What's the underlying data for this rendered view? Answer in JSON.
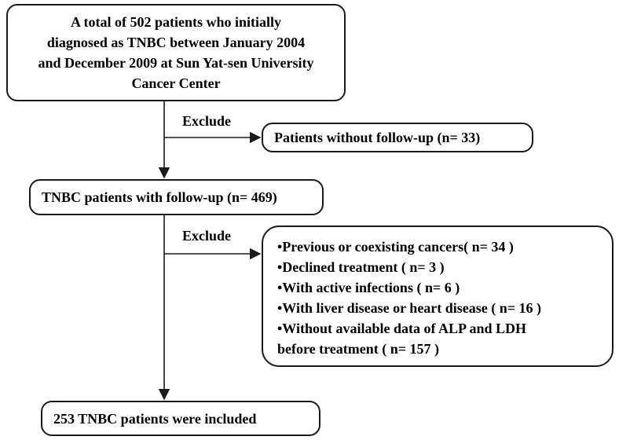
{
  "diagram": {
    "total_box": {
      "lines": [
        "A total of  502 patients who initially",
        "diagnosed as TNBC between January 2004",
        "and December 2009 at Sun Yat-sen University",
        "Cancer Center"
      ]
    },
    "exclude_label_1": "Exclude",
    "no_followup_box": "Patients without follow-up (n= 33)",
    "with_followup_box": "TNBC patients with follow-up (n= 469)",
    "exclude_label_2": "Exclude",
    "excluded_list": [
      "•Previous or coexisting cancers( n=  34  )",
      "•Declined treatment ( n=  3  )",
      "•With active infections ( n=  6 )",
      "•With liver disease or heart disease ( n=  16  )",
      "•Without available data of ALP and LDH",
      "before treatment ( n= 157 )"
    ],
    "included_box": "253 TNBC patients were included",
    "colors": {
      "stroke": "#1a1a1a",
      "text": "#000000",
      "background": "#ffffff"
    }
  }
}
